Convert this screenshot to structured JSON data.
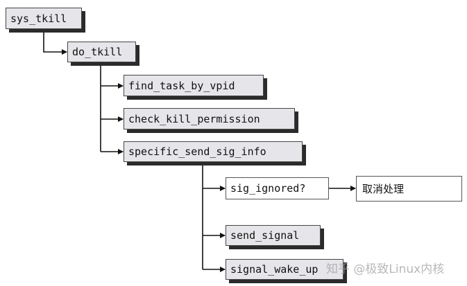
{
  "nodes": {
    "sys_tkill": "sys_tkill",
    "do_tkill": "do_tkill",
    "find_task_by_vpid": "find_task_by_vpid",
    "check_kill_permission": "check_kill_permission",
    "specific_send_sig_info": "specific_send_sig_info",
    "sig_ignored": "sig_ignored?",
    "cancel_handling": "取消处理",
    "send_signal": "send_signal",
    "signal_wake_up": "signal_wake_up"
  },
  "watermark": "知乎 @极致Linux内核"
}
